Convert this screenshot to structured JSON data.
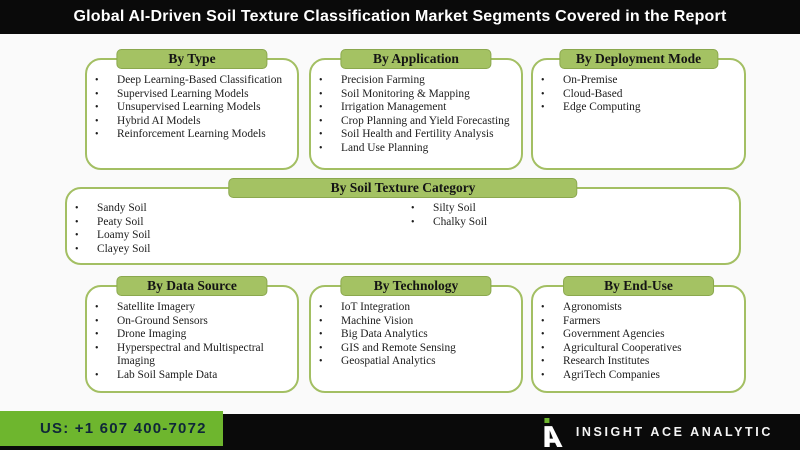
{
  "header": {
    "title": "Global AI-Driven Soil Texture Classification Market Segments Covered in the Report"
  },
  "segments": [
    {
      "id": "by-type",
      "title": "By Type",
      "items": [
        "Deep Learning-Based Classification",
        "Supervised Learning Models",
        "Unsupervised Learning Models",
        "Hybrid AI Models",
        "Reinforcement Learning Models"
      ]
    },
    {
      "id": "by-application",
      "title": "By Application",
      "items": [
        "Precision Farming",
        "Soil Monitoring & Mapping",
        "Irrigation Management",
        "Crop Planning and Yield Forecasting",
        "Soil Health and Fertility Analysis",
        "Land Use Planning"
      ]
    },
    {
      "id": "by-deployment-mode",
      "title": "By Deployment Mode",
      "items": [
        "On-Premise",
        "Cloud-Based",
        "Edge Computing"
      ]
    },
    {
      "id": "by-soil-texture-category",
      "title": "By Soil Texture Category",
      "items_left": [
        "Sandy Soil",
        "Peaty Soil",
        "Loamy Soil",
        "Clayey Soil"
      ],
      "items_right": [
        "Silty Soil",
        "Chalky Soil"
      ]
    },
    {
      "id": "by-data-source",
      "title": "By Data Source",
      "items": [
        "Satellite Imagery",
        "On-Ground Sensors",
        "Drone Imaging",
        "Hyperspectral and Multispectral Imaging",
        "Lab Soil Sample Data"
      ]
    },
    {
      "id": "by-technology",
      "title": "By Technology",
      "items": [
        "IoT Integration",
        "Machine Vision",
        "Big Data Analytics",
        "GIS and Remote Sensing",
        "Geospatial Analytics"
      ]
    },
    {
      "id": "by-end-use",
      "title": "By End-Use",
      "items": [
        "Agronomists",
        "Farmers",
        "Government Agencies",
        "Agricultural Cooperatives",
        "Research Institutes",
        "AgriTech Companies"
      ]
    }
  ],
  "footer": {
    "phone_label": "US: +1 607 400-7072",
    "brand": "INSIGHT ACE ANALYTIC",
    "logo": "insight-ace-logo"
  },
  "colors": {
    "bar_black": "#0a0a0a",
    "box_border_green": "#a3bf63",
    "pill_green": "#a4c263",
    "footer_green": "#6eb62e",
    "bullet_icon": "•"
  }
}
